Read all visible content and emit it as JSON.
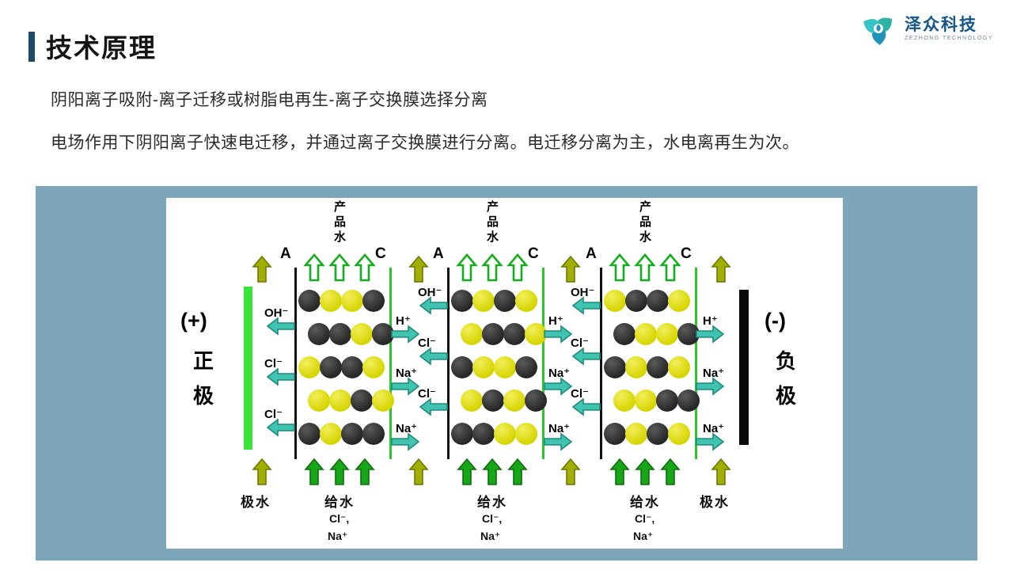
{
  "slide": {
    "title": "技术原理",
    "logo": {
      "name": "泽众科技",
      "subtitle": "ZEZHONG TECHNOLOGY"
    },
    "body_line1": "阴阳离子吸附-离子迁移或树脂电再生-离子交换膜选择分离",
    "body_line2": "电场作用下阴阳离子快速电迁移，并通过离子交换膜进行分离。电迁移分离为主，水电离再生为次。"
  },
  "diagram": {
    "anode": {
      "sign": "(+)",
      "chars": [
        "正",
        "极"
      ]
    },
    "cathode": {
      "sign": "(-)",
      "chars": [
        "负",
        "极"
      ]
    },
    "polar_water": "极水",
    "cells": [
      {
        "membrane_left": "A",
        "membrane_right": "C",
        "product_water": [
          "产",
          "品",
          "水"
        ],
        "feed": "给水",
        "feed_ions": [
          "Cl⁻,",
          "Na⁺"
        ],
        "beads": [
          "BYYB",
          "BBYB",
          "YBBY",
          "YYBY",
          "BYBB"
        ]
      },
      {
        "membrane_left": "A",
        "membrane_right": "C",
        "product_water": [
          "产",
          "品",
          "水"
        ],
        "feed": "给水",
        "feed_ions": [
          "Cl⁻,",
          "Na⁺"
        ],
        "beads": [
          "BYBY",
          "YBBY",
          "BYYB",
          "YBYB",
          "BBYY"
        ]
      },
      {
        "membrane_left": "A",
        "membrane_right": "C",
        "product_water": [
          "产",
          "品",
          "水"
        ],
        "feed": "给水",
        "feed_ions": [
          "Cl⁻,",
          "Na⁺"
        ],
        "beads": [
          "YBBY",
          "BYYB",
          "BYBY",
          "YYBB",
          "BYBY"
        ]
      }
    ],
    "ion_flows": {
      "anode_gap_anions": [
        "OH⁻",
        "Cl⁻",
        "Cl⁻"
      ],
      "mid_gap_anions": [
        "OH⁻",
        "Cl⁻",
        "Cl⁻"
      ],
      "mid_gap_cations": [
        "H⁺",
        "Na⁺",
        "Na⁺"
      ],
      "cathode_gap_cations": [
        "H⁺",
        "Na⁺",
        "Na⁺"
      ]
    },
    "colors": {
      "panel": "#7da6bb",
      "anode_bar": "#39e339",
      "cathode_bar": "#0a0a0a",
      "anion_membrane": "#111111",
      "cation_membrane": "#2dc52d",
      "ion_arrow": "#41c3b2",
      "feed_arrow": "#17a617",
      "product_arrow_outline": "#16ac20",
      "polar_arrow": "#9fae00",
      "bead_dark": "#262626",
      "bead_yellow": "#d6d400"
    }
  }
}
